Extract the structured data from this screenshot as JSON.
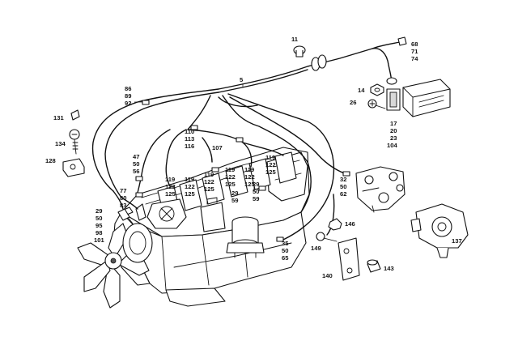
{
  "callouts": {
    "c5": "5",
    "c11": "11",
    "c14": "14",
    "c26": "26",
    "c137": "137",
    "c140": "140",
    "c143": "143",
    "c146": "146",
    "c149": "149",
    "g68": [
      "68",
      "71",
      "74"
    ],
    "g86": [
      "86",
      "89",
      "92"
    ],
    "g17": [
      "17",
      "20",
      "23",
      "104"
    ],
    "c131": "131",
    "c134": "134",
    "c128": "128",
    "g110": [
      "110",
      "113",
      "116"
    ],
    "c107": "107",
    "g47": [
      "47",
      "50",
      "56"
    ],
    "g77": [
      "77",
      "80",
      "83"
    ],
    "g29a": [
      "29",
      "50",
      "95",
      "98",
      "101"
    ],
    "g119a": [
      "119",
      "122",
      "125"
    ],
    "g119b": [
      "119",
      "122",
      "125"
    ],
    "g119c": [
      "119",
      "122",
      "125"
    ],
    "g119d": [
      "119",
      "122",
      "125"
    ],
    "g119e": [
      "119",
      "122",
      "125"
    ],
    "g119f": [
      "119",
      "122",
      "125"
    ],
    "g29b": [
      "29",
      "59"
    ],
    "g29c": [
      "29",
      "50",
      "59"
    ],
    "g32": [
      "32",
      "50",
      "62"
    ],
    "g35": [
      "35",
      "50",
      "65"
    ]
  }
}
